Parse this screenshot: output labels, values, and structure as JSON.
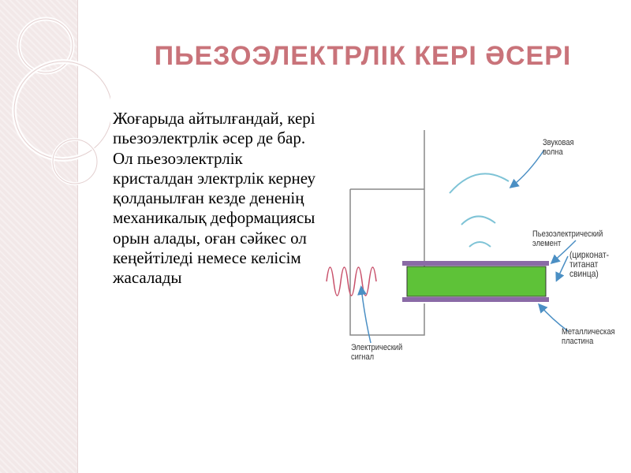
{
  "slide": {
    "title": "ПЬЕЗОЭЛЕКТРЛІК КЕРІ ӘСЕРІ",
    "body_text": "Жоғарыда айтылғандай, кері пьезоэлектрлік әсер де бар. Ол пьезоэлектрлік кристалдан электрлік кернеу қолданылған кезде дененің механикалық деформациясы орын алады, оған сәйкес ол кеңейтіледі немесе келісім жасалады"
  },
  "diagram": {
    "labels": {
      "sound_wave_1": "Звуковая",
      "sound_wave_2": "волна",
      "piezo_element_1": "Пьезоэлектрический",
      "piezo_element_2": "элемент",
      "material_1": "(цирконат-",
      "material_2": "титанат",
      "material_3": "свинца)",
      "metal_plate_1": "Металлическая",
      "metal_plate_2": "пластина",
      "electric_signal_1": "Электрический",
      "electric_signal_2": "сигнал"
    },
    "colors": {
      "title": "#c9737a",
      "piezo": "#5ec238",
      "plate": "#8a6aa6",
      "wave": "#7ec3d6",
      "signal": "#c8506a",
      "arrow": "#4b8fc4"
    }
  }
}
